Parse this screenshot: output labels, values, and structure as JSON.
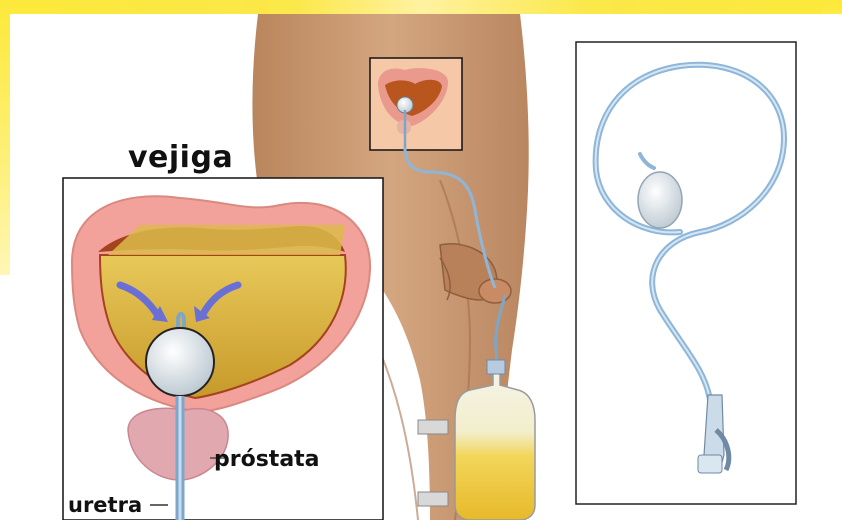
{
  "labels": {
    "bladder": "vejiga",
    "prostate": "próstata",
    "urethra": "uretra"
  },
  "colors": {
    "background_accent": "#fde93a",
    "skin": "#c99870",
    "bladder_wall": "#f2a29a",
    "urine": "#d9b43a",
    "catheter": "#8fb6d8",
    "balloon": "#dfe6ea"
  }
}
